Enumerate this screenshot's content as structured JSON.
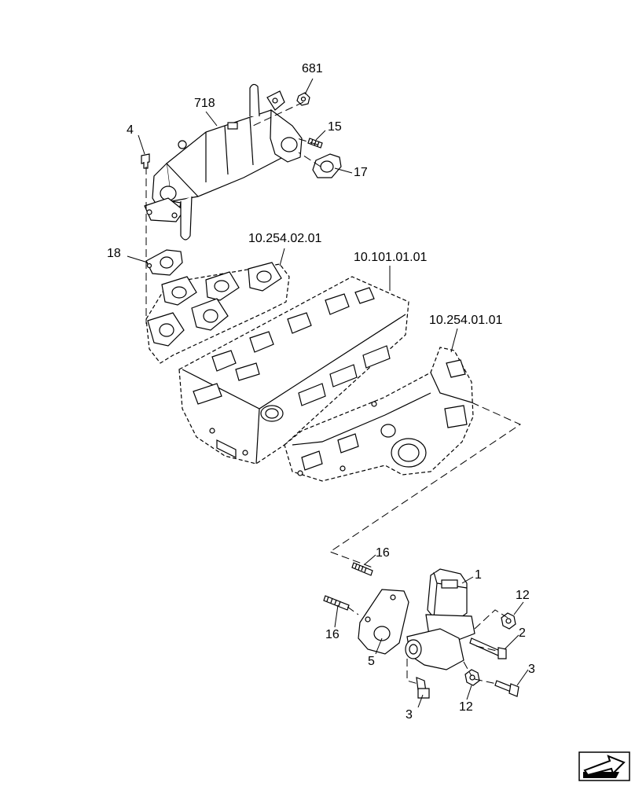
{
  "callouts": {
    "c681": "681",
    "c718": "718",
    "c4": "4",
    "c15": "15",
    "c17": "17",
    "c18": "18",
    "c1": "1",
    "c16a": "16",
    "c16b": "16",
    "c12a": "12",
    "c12b": "12",
    "c2": "2",
    "c3a": "3",
    "c3b": "3",
    "c5": "5"
  },
  "references": {
    "r1": "10.254.02.01",
    "r2": "10.101.01.01",
    "r3": "10.254.01.01"
  },
  "navigation": {
    "icon": "next-page-arrow-icon"
  }
}
